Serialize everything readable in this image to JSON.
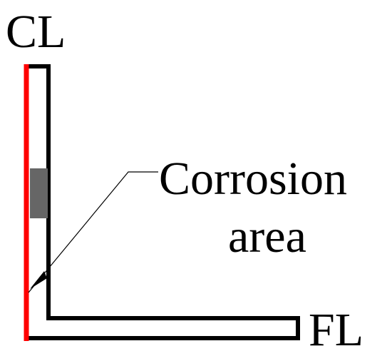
{
  "labels": {
    "centerline": "CL",
    "flange_line": "FL",
    "annotation_line1": "Corrosion",
    "annotation_line2": "area"
  },
  "colors": {
    "outline": "#000000",
    "centerline": "#ff0000",
    "corrosion_fill": "#666666",
    "background": "#ffffff"
  }
}
